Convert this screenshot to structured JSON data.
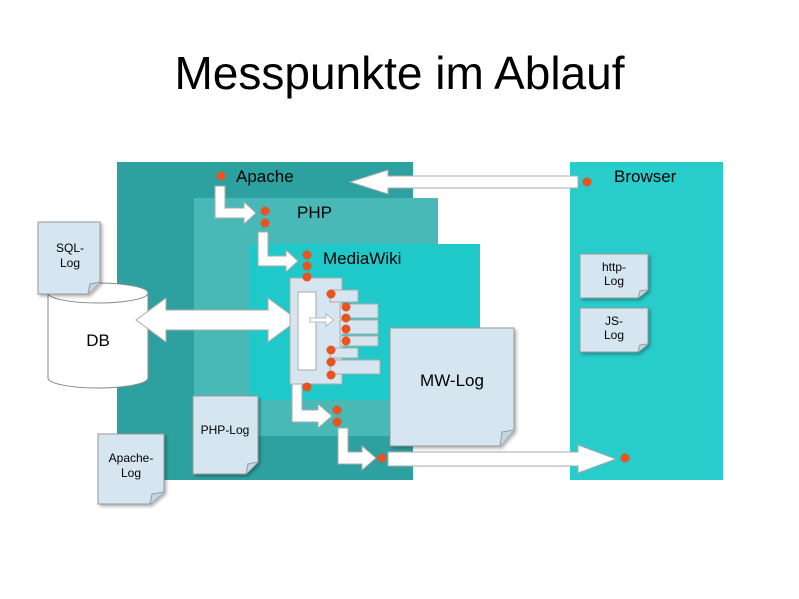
{
  "title": "Messpunkte im Ablauf",
  "layers": {
    "apache": "Apache",
    "php": "PHP",
    "mediawiki": "MediaWiki",
    "browser": "Browser",
    "db": "DB"
  },
  "logs": {
    "sql_log": [
      "SQL-",
      "Log"
    ],
    "apache_log": [
      "Apache-",
      "Log"
    ],
    "php_log": "PHP-Log",
    "mw_log": "MW-Log",
    "http_log": [
      "http-",
      "Log"
    ],
    "js_log": [
      "JS-",
      "Log"
    ]
  },
  "colors": {
    "apache_box": "#2da1a0",
    "php_box": "#48b9b7",
    "mediawiki_box": "#20c9c9",
    "browser_box": "#27cccb",
    "note_fill": "#d5e6f1",
    "measure_point": "#e8531f"
  }
}
